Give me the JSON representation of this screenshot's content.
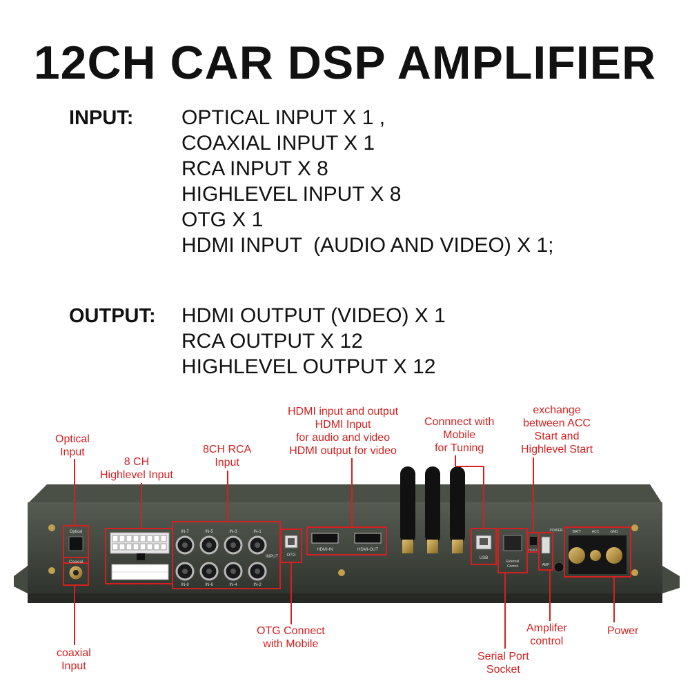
{
  "title": "12CH CAR DSP AMPLIFIER",
  "specs": {
    "input_label": "INPUT:",
    "input_items": [
      "OPTICAL INPUT X 1 ,",
      "COAXIAL INPUT X 1",
      "RCA INPUT X 8",
      "HIGHLEVEL INPUT X 8",
      "OTG X 1",
      "HDMI INPUT  (AUDIO AND VIDEO) X 1;"
    ],
    "output_label": "OUTPUT:",
    "output_items": [
      "HDMI OUTPUT (VIDEO) X 1",
      "RCA OUTPUT X 12",
      "HIGHLEVEL OUTPUT X 12"
    ]
  },
  "callouts": {
    "optical": [
      "Optical",
      "Input"
    ],
    "highlevel": [
      "8 CH",
      "Highlevel Input"
    ],
    "rca": [
      "8CH RCA",
      "Input"
    ],
    "hdmi": [
      "HDMI input and output",
      "HDMI Input",
      "for audio and video",
      "HDMI output for video"
    ],
    "mobile": [
      "Connnect with",
      "Mobile",
      "for Tuning"
    ],
    "exchange": [
      "exchange",
      "between ACC",
      "Start and",
      "Highlevel Start"
    ],
    "coaxial": [
      "coaxial",
      "Input"
    ],
    "otg": [
      "OTG Connect",
      "with Mobile"
    ],
    "serial": [
      "Serial Port",
      "Socket"
    ],
    "amp": [
      "Amplifer",
      "control"
    ],
    "power": [
      "Power"
    ]
  },
  "panel_labels": {
    "optical": "Optical",
    "coaxial": "Coaxial",
    "otg": "OTG",
    "input": "INPUT",
    "hdmi_in": "HDMI-IN",
    "hdmi_out": "HDMI-OUT",
    "usb": "USB",
    "external": "External",
    "control": "Control",
    "power_led": "POWER",
    "hi_acc": "HI/ACC",
    "amp": "AMP",
    "batt": "BATT",
    "acc": "ACC",
    "gnd": "GND",
    "rca_top": [
      "IN-7",
      "IN-5",
      "IN-3",
      "IN-1"
    ],
    "rca_bottom": [
      "IN-8",
      "IN-6",
      "IN-4",
      "IN-2"
    ]
  },
  "colors": {
    "accent": "#d42020",
    "chassis": "#3c4138",
    "text": "#111111"
  }
}
